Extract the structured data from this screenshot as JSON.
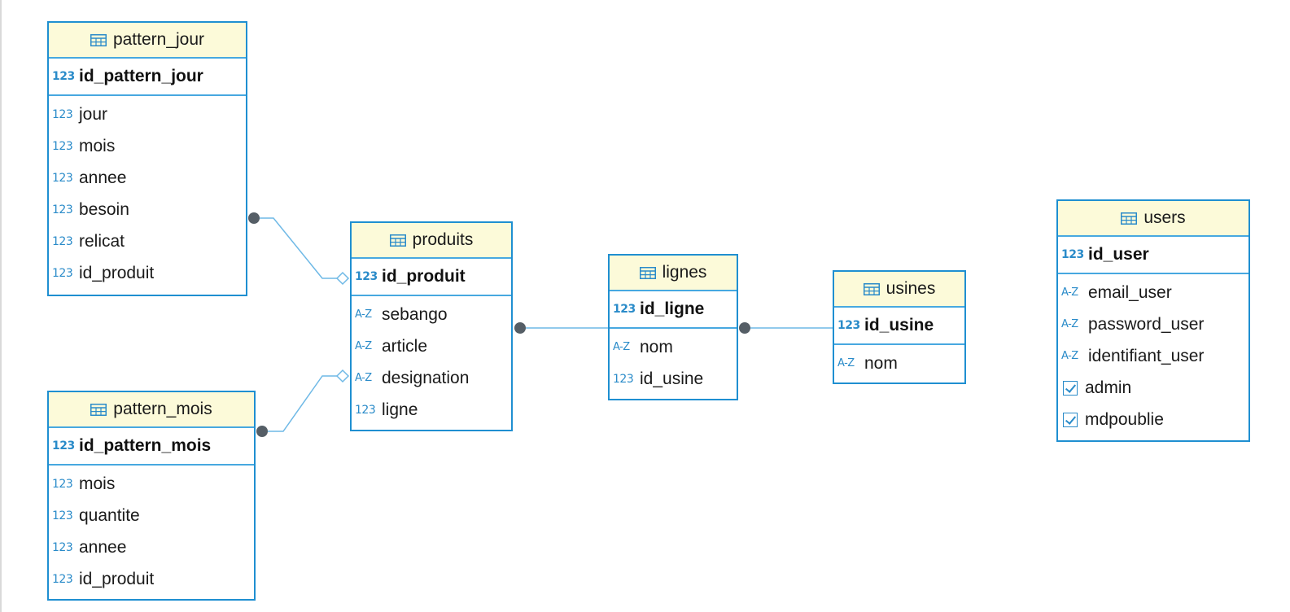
{
  "diagram": {
    "colors": {
      "border": "#1f8fd1",
      "header_bg": "#fcfad9",
      "link": "#6fb9e6",
      "dot": "#555e66",
      "type_icon": "#2a8bc9"
    },
    "entities": {
      "pattern_jour": {
        "title": "pattern_jour",
        "pk": {
          "type": "123",
          "name": "id_pattern_jour"
        },
        "columns": [
          {
            "type": "123",
            "name": "jour"
          },
          {
            "type": "123",
            "name": "mois"
          },
          {
            "type": "123",
            "name": "annee"
          },
          {
            "type": "123",
            "name": "besoin"
          },
          {
            "type": "123",
            "name": "relicat"
          },
          {
            "type": "123",
            "name": "id_produit"
          }
        ]
      },
      "pattern_mois": {
        "title": "pattern_mois",
        "pk": {
          "type": "123",
          "name": "id_pattern_mois"
        },
        "columns": [
          {
            "type": "123",
            "name": "mois"
          },
          {
            "type": "123",
            "name": "quantite"
          },
          {
            "type": "123",
            "name": "annee"
          },
          {
            "type": "123",
            "name": "id_produit"
          }
        ]
      },
      "produits": {
        "title": "produits",
        "pk": {
          "type": "123",
          "name": "id_produit"
        },
        "columns": [
          {
            "type": "A-Z",
            "name": "sebango"
          },
          {
            "type": "A-Z",
            "name": "article"
          },
          {
            "type": "A-Z",
            "name": "designation"
          },
          {
            "type": "123",
            "name": "ligne"
          }
        ]
      },
      "lignes": {
        "title": "lignes",
        "pk": {
          "type": "123",
          "name": "id_ligne"
        },
        "columns": [
          {
            "type": "A-Z",
            "name": "nom"
          },
          {
            "type": "123",
            "name": "id_usine"
          }
        ]
      },
      "usines": {
        "title": "usines",
        "pk": {
          "type": "123",
          "name": "id_usine"
        },
        "columns": [
          {
            "type": "A-Z",
            "name": "nom"
          }
        ]
      },
      "users": {
        "title": "users",
        "pk": {
          "type": "123",
          "name": "id_user"
        },
        "columns": [
          {
            "type": "A-Z",
            "name": "email_user"
          },
          {
            "type": "A-Z",
            "name": "password_user"
          },
          {
            "type": "A-Z",
            "name": "identifiant_user"
          },
          {
            "type": "bool",
            "name": "admin"
          },
          {
            "type": "bool",
            "name": "mdpoublie"
          }
        ]
      }
    },
    "relations": [
      {
        "from": "pattern_jour",
        "to": "produits"
      },
      {
        "from": "pattern_mois",
        "to": "produits"
      },
      {
        "from": "produits",
        "to": "lignes"
      },
      {
        "from": "lignes",
        "to": "usines"
      }
    ]
  }
}
